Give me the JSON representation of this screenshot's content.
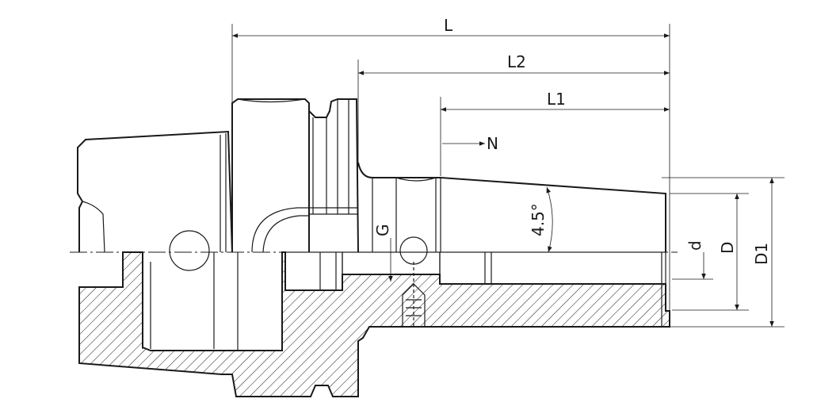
{
  "labels": {
    "L": "L",
    "L2": "L2",
    "L1": "L1",
    "N": "N",
    "G": "G",
    "angle": "4.5°",
    "d": "d",
    "D": "D",
    "D1": "D1"
  },
  "colors": {
    "line": "#1a1a1a",
    "background": "#ffffff"
  }
}
